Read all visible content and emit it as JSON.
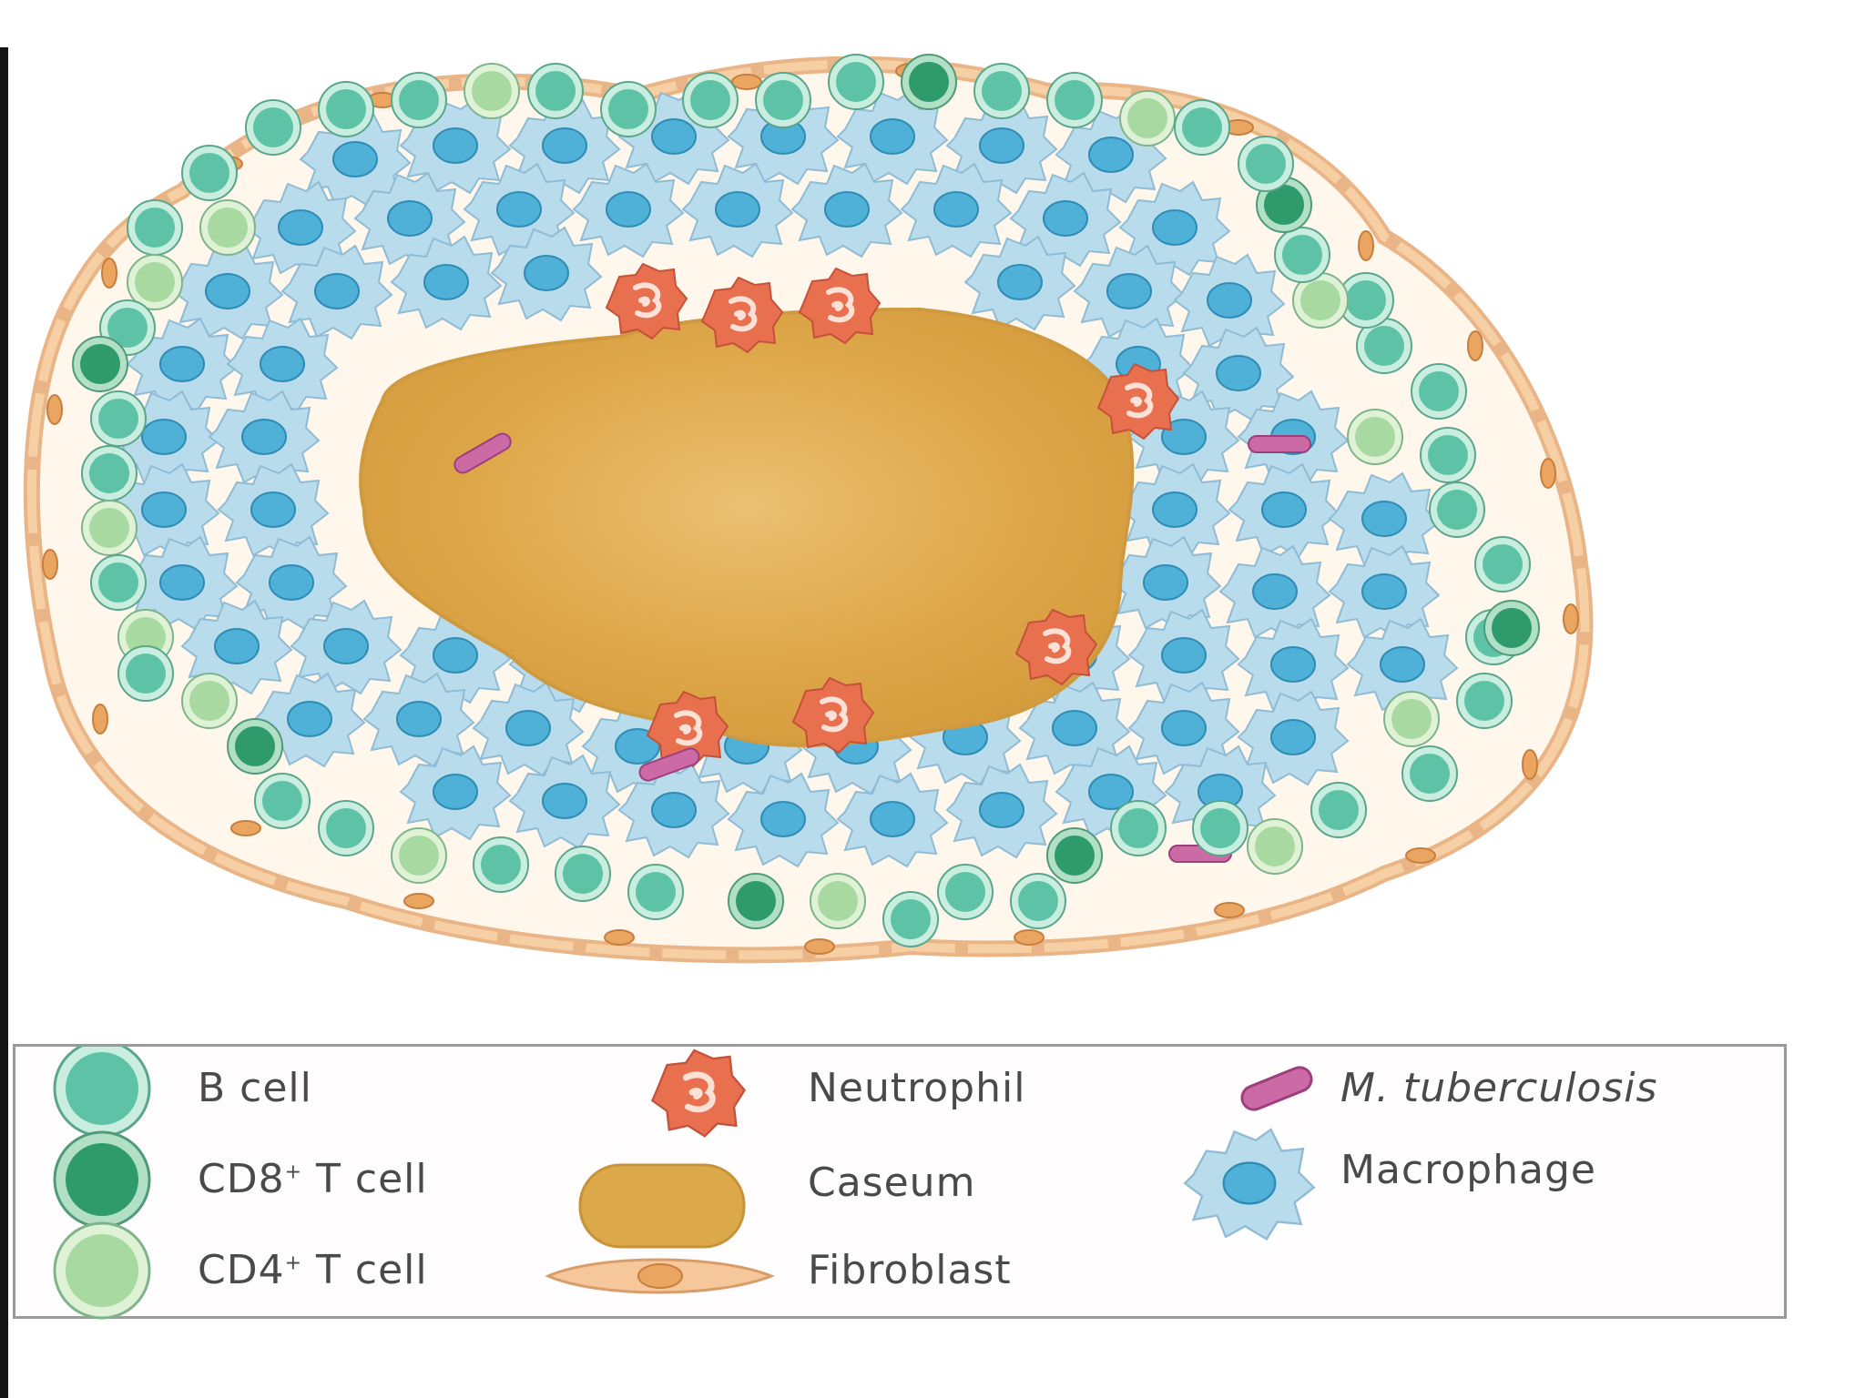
{
  "legend": {
    "b_cell": "B cell",
    "cd8_base": "CD8",
    "cd8_sup": "+",
    "cd8_rest": " T cell",
    "cd4_base": "CD4",
    "cd4_sup": "+",
    "cd4_rest": " T cell",
    "neutrophil": "Neutrophil",
    "caseum": "Caseum",
    "fibroblast": "Fibroblast",
    "m_tuberculosis": "M. tuberculosis",
    "macrophage": "Macrophage"
  },
  "colors": {
    "b_cell": "#5ec3a6",
    "cd8_t_cell": "#2f9a6b",
    "cd4_t_cell": "#a8d9a0",
    "macrophage": "#b9dcec",
    "macrophage_nucleus": "#4fb0d8",
    "neutrophil": "#e8704f",
    "caseum": "#dca94a",
    "fibroblast": "#f6c79a",
    "m_tuberculosis": "#cc6aa6"
  }
}
